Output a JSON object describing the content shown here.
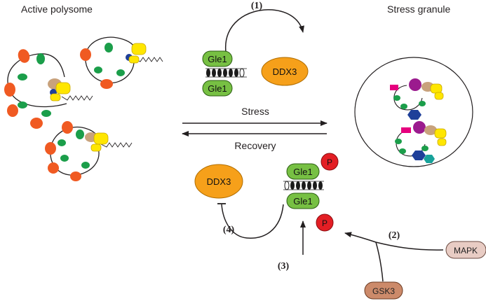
{
  "labels": {
    "active_polysome": "Active polysome",
    "stress_granule": "Stress granule",
    "stress": "Stress",
    "recovery": "Recovery",
    "step1": "(1)",
    "step2": "(2)",
    "step3": "(3)",
    "step4": "(4)",
    "gle1": "Gle1",
    "ddx3": "DDX3",
    "phospho": "P",
    "mapk": "MAPK",
    "gsk3": "GSK3"
  },
  "colors": {
    "gle1_green": "#77c043",
    "ddx3_orange": "#f6a01a",
    "phospho_red": "#e31e24",
    "mapk_fill": "#e8ccc4",
    "gsk3_fill": "#cc8a6a",
    "ribosome_green": "#1b9e4a",
    "ribosome_orange": "#f05a22",
    "factor_tan": "#c8a27c",
    "factor_yellow": "#ffe600",
    "factor_blue": "#1e3f99",
    "factor_magenta": "#e6007e",
    "factor_purple": "#9b1b8e",
    "factor_teal": "#17a29a"
  }
}
